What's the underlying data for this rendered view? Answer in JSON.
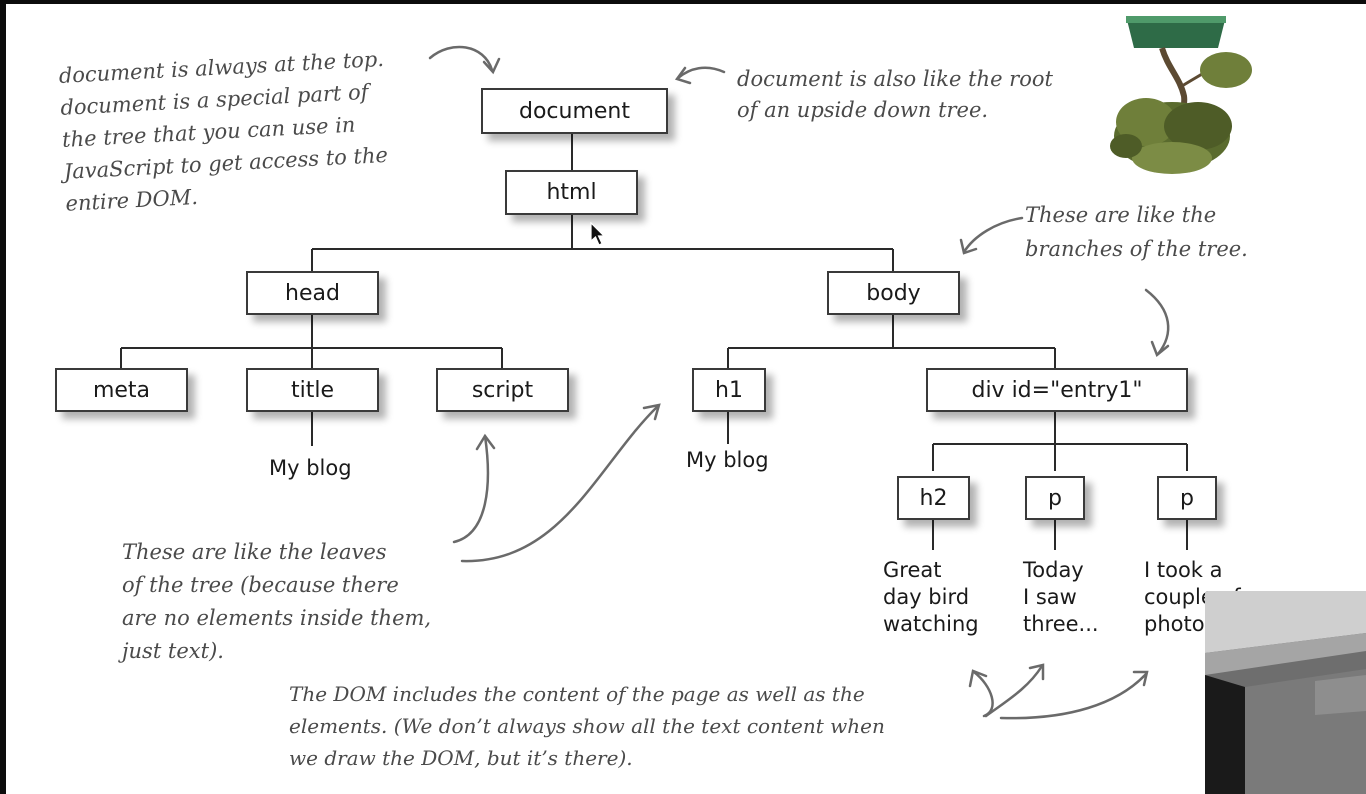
{
  "nodes": {
    "document": "document",
    "html": "html",
    "head": "head",
    "body": "body",
    "meta": "meta",
    "title": "title",
    "script": "script",
    "h1": "h1",
    "div": "div id=\"entry1\"",
    "h2": "h2",
    "p1": "p",
    "p2": "p"
  },
  "text_nodes": {
    "title_text": "My blog",
    "h1_text": "My blog",
    "h2_text": [
      "Great",
      "day bird",
      "watching"
    ],
    "p1_text": [
      "Today",
      "I saw",
      "three..."
    ],
    "p2_text": [
      "I took a",
      "couple of",
      "photos..."
    ]
  },
  "notes": {
    "document_top": [
      "document is always at the top.",
      "document is a special part of",
      "the tree that you can use in",
      "JavaScript to get access to the",
      "entire DOM."
    ],
    "root": [
      "document is also like the root",
      "of an upside down tree."
    ],
    "branches": [
      "These are like the",
      "branches of the tree."
    ],
    "leaves": [
      "These are like the leaves",
      "of the tree (because there",
      "are no elements inside them,",
      "just text)."
    ],
    "content": [
      "The DOM includes the content of the page as well as the",
      "elements. (We don’t always show all the text content when",
      "we draw the DOM, but it’s there)."
    ]
  },
  "icons": {
    "tree_image": "upside-down-tree-icon",
    "cursor": "mouse-pointer-icon",
    "webcam": "webcam-overlay"
  },
  "colors": {
    "node_border": "#3a3a3a",
    "note_text": "#4a4a4a",
    "tree_foliage": "#5a6b2e",
    "pot": "#2e6b47"
  }
}
